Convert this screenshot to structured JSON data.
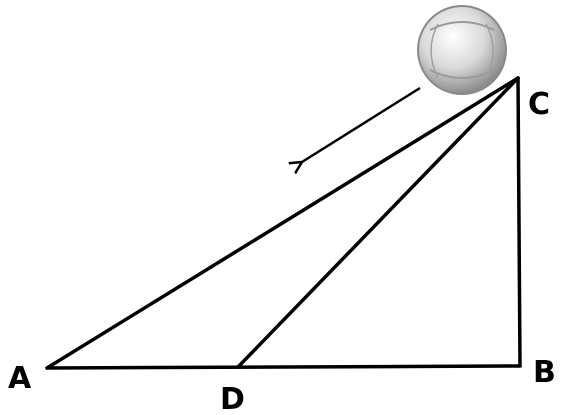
{
  "points": {
    "A": {
      "label": "A"
    },
    "B": {
      "label": "B"
    },
    "C": {
      "label": "C"
    },
    "D": {
      "label": "D"
    }
  },
  "segments": [
    "AB",
    "BC",
    "CA",
    "CD"
  ],
  "ball": {
    "icon": "ball-icon",
    "colors": {
      "fill": "#d9d9d9",
      "highlight": "#ffffff",
      "shade": "#8c8c8c"
    }
  },
  "arrow": {
    "icon": "arrow-down-left-icon",
    "color": "#000000"
  },
  "colors": {
    "line": "#000000",
    "background": "#ffffff"
  }
}
